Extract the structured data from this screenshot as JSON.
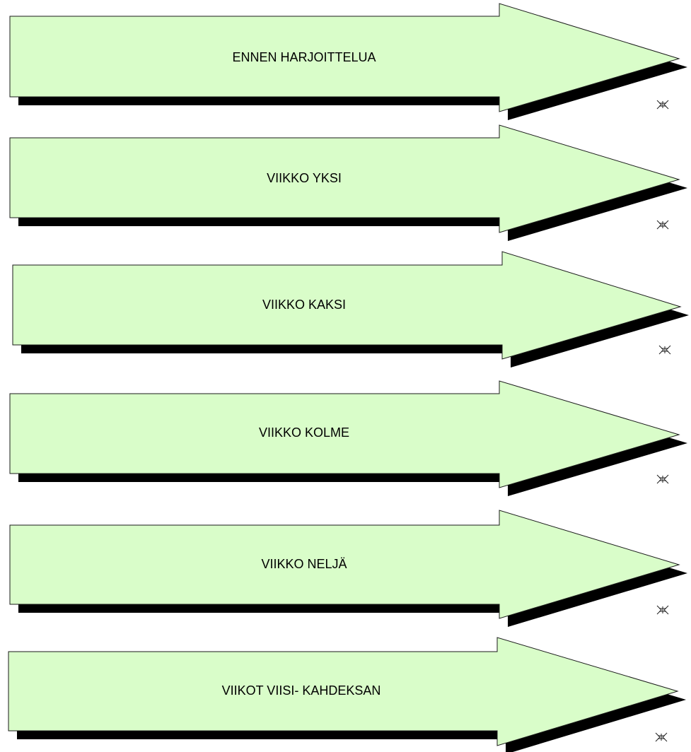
{
  "colors": {
    "arrow_fill": "#d9fdc9",
    "arrow_stroke": "#1a1a1a",
    "shadow": "#000000"
  },
  "link_icon": "link-icon",
  "link_glyph": "⌘",
  "arrows": [
    {
      "label": "ENNEN HARJOITTELUA"
    },
    {
      "label": "VIIKKO YKSI"
    },
    {
      "label": "VIIKKO KAKSI"
    },
    {
      "label": "VIIKKO KOLME"
    },
    {
      "label": "VIIKKO NELJÄ"
    },
    {
      "label": "VIIKOT VIISI- KAHDEKSAN"
    }
  ]
}
